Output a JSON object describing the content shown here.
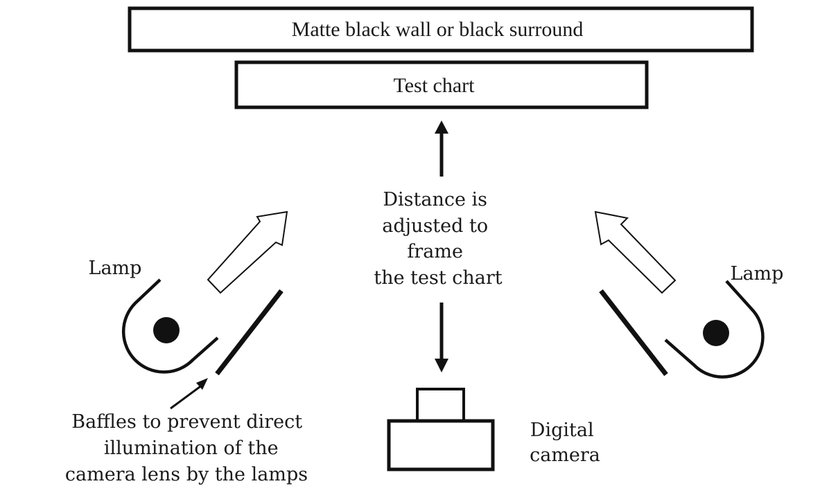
{
  "diagram": {
    "title": "Test chart photography setup",
    "colors": {
      "stroke": "#111111",
      "text": "#1a1a1a",
      "background": "#ffffff"
    },
    "wall": {
      "label": "Matte black wall or black surround"
    },
    "test_chart": {
      "label": "Test chart"
    },
    "distance_note": {
      "lines": [
        "Distance is",
        "adjusted to",
        "frame",
        "the test chart"
      ]
    },
    "camera": {
      "lines": [
        "Digital",
        "camera"
      ]
    },
    "lamps": [
      {
        "side": "left",
        "label": "Lamp"
      },
      {
        "side": "right",
        "label": "Lamp"
      }
    ],
    "baffles_note": {
      "lines": [
        "Baffles to prevent direct",
        "illumination of the",
        "camera lens by the lamps"
      ]
    }
  }
}
